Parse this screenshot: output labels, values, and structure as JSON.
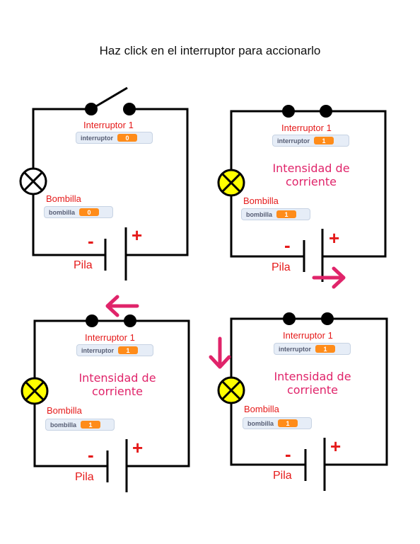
{
  "instruction": "Haz click en el interruptor para accionarlo",
  "panels": [
    {
      "switch_label": "Interruptor 1",
      "switch_var": "interruptor",
      "switch_value": "0",
      "bulb_label": "Bombilla",
      "bulb_var": "bombilla",
      "bulb_value": "0",
      "current_label": "",
      "battery_label": "Pila",
      "minus": "-",
      "plus": "+"
    },
    {
      "switch_label": "Interruptor 1",
      "switch_var": "interruptor",
      "switch_value": "1",
      "bulb_label": "Bombilla",
      "bulb_var": "bombilla",
      "bulb_value": "1",
      "current_label": "Intensidad de corriente",
      "battery_label": "Pila",
      "minus": "-",
      "plus": "+"
    },
    {
      "switch_label": "Interruptor 1",
      "switch_var": "interruptor",
      "switch_value": "1",
      "bulb_label": "Bombilla",
      "bulb_var": "bombilla",
      "bulb_value": "1",
      "current_label": "Intensidad de corriente",
      "battery_label": "Pila",
      "minus": "-",
      "plus": "+"
    },
    {
      "switch_label": "Interruptor 1",
      "switch_var": "interruptor",
      "switch_value": "1",
      "bulb_label": "Bombilla",
      "bulb_var": "bombilla",
      "bulb_value": "1",
      "current_label": "Intensidad de corriente",
      "battery_label": "Pila",
      "minus": "-",
      "plus": "+"
    }
  ],
  "colors": {
    "wire": "#000000",
    "bulb_on": "#ffff00",
    "bulb_off": "#ffffff",
    "label_red": "#e51a1a",
    "arrow_pink": "#e0246a",
    "monitor_value": "#ff8c1a"
  },
  "icons": {
    "bulb": "bulb-icon",
    "switch": "switch-icon",
    "battery": "battery-icon",
    "arrow": "current-arrow-icon"
  }
}
